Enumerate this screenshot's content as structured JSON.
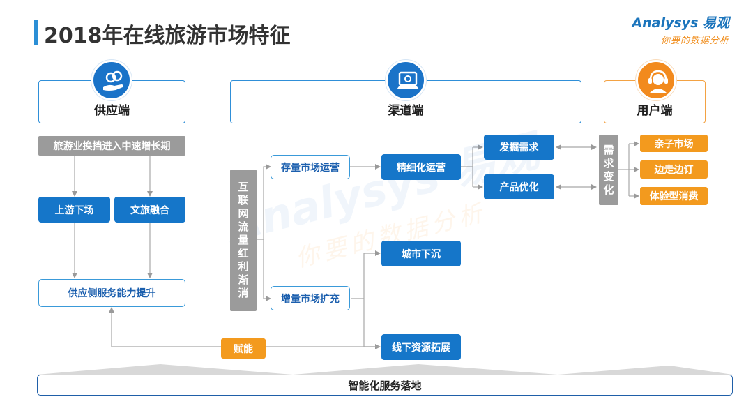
{
  "title": "2018年在线旅游市场特征",
  "logo": {
    "brand": "Analysys 易观",
    "tagline": "你要的数据分析"
  },
  "watermark": {
    "main": "Analysys 易观",
    "sub": "你要的数据分析"
  },
  "supply": {
    "header": "供应端",
    "icon": "hand-coins-icon",
    "top_label": "旅游业换挡进入中速增长期",
    "btn_left": "上游下场",
    "btn_right": "文旅融合",
    "result": "供应侧服务能力提升"
  },
  "channel": {
    "header": "渠道端",
    "icon": "computer-icon",
    "vertical_label": "互联网流量红利渐消",
    "stock_market": "存量市场运营",
    "refined_ops": "精细化运营",
    "explore_demand": "发掘需求",
    "product_opt": "产品优化",
    "increment_market": "增量市场扩充",
    "city_sink": "城市下沉",
    "offline_expand": "线下资源拓展",
    "empower": "赋能"
  },
  "user": {
    "header": "用户端",
    "icon": "headset-user-icon",
    "vertical_label": "需求变化",
    "items": [
      "亲子市场",
      "边走边订",
      "体验型消费"
    ]
  },
  "bottom": "智能化服务落地",
  "colors": {
    "blue": "#1576c9",
    "orange": "#f39a1e",
    "gray": "#9b9b9b",
    "title": "#333333"
  }
}
